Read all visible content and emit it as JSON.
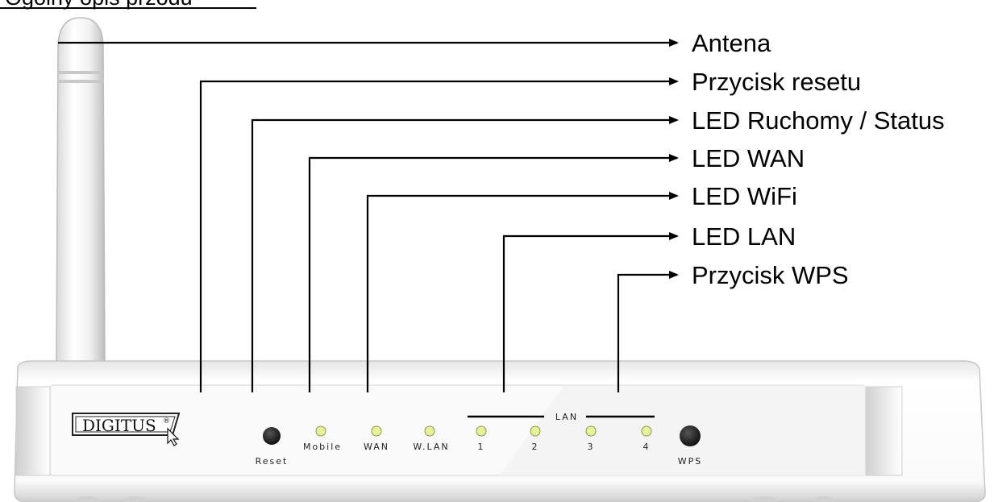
{
  "cutoff_heading": "Ogólny opis przodu",
  "brand_text": "DIGITUS",
  "brand_mark": "®",
  "callouts": [
    "Antena",
    "Przycisk resetu",
    "LED Ruchomy / Status",
    "LED WAN",
    "LED WiFi",
    "LED LAN",
    "Przycisk WPS"
  ],
  "panel": {
    "reset": "Reset",
    "mobile": "Mobile",
    "wan": "WAN",
    "wlan": "W.LAN",
    "lan_group": "LAN",
    "lan_ports": [
      "1",
      "2",
      "3",
      "4"
    ],
    "wps": "WPS"
  },
  "colors": {
    "led": "#e8f0a0",
    "button": "#222222",
    "line": "#000000"
  }
}
